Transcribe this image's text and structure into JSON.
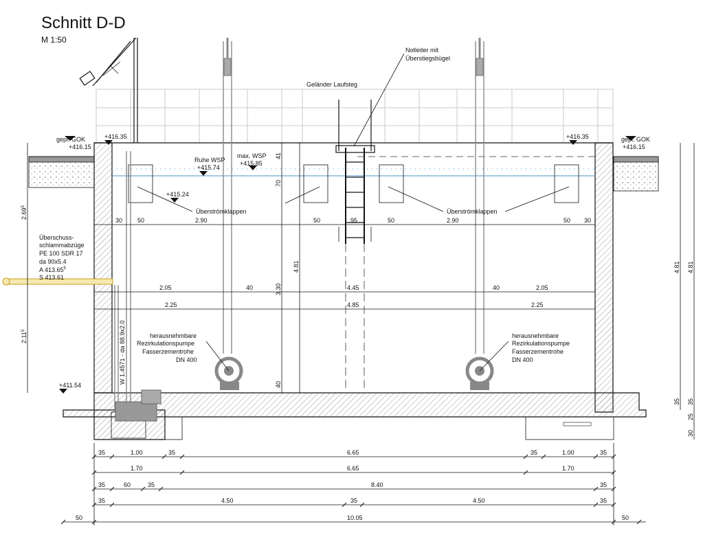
{
  "title": "Schnitt D-D",
  "scale": "M 1:50",
  "labels": {
    "notleiter_1": "Notleiter mit",
    "notleiter_2": "Überstiegsbügel",
    "gelaender": "Geländer Laufsteg",
    "gok_left": "gepl. GOK",
    "gok_left_val": "+416.15",
    "gok_right": "gepl. GOK",
    "gok_right_val": "+416.15",
    "top_left": "+416.35",
    "top_right": "+416.35",
    "ruhe_wsp": "Ruhe WSP",
    "ruhe_wsp_val": "+415.74",
    "max_wsp": "max. WSP",
    "max_wsp_val": "+415.85",
    "lvl_41524": "+415.24",
    "ueberstroem_left": "Überströmklappen",
    "ueberstroem_right": "Überströmklappen",
    "schlamm_1": "Überschuss-",
    "schlamm_2": "schlammabzüge",
    "schlamm_3": "PE 100 SDR 17",
    "schlamm_4": "da 90x5.4",
    "schlamm_5": "A 413.65",
    "schlamm_5_sup": "5",
    "schlamm_6": "S 413.61",
    "bottom_lvl": "+411.54",
    "pipe_vert": "W 1.4571 - da 88.9x2.0",
    "pump_left_1": "herausnehmbare",
    "pump_left_2": "Rezirkulationspumpe",
    "pump_left_3": "Fasserzementrohe",
    "pump_left_4": "DN 400",
    "pump_right_1": "herausnehmbare",
    "pump_right_2": "Rezirkulationspumpe",
    "pump_right_3": "Fasserzementrohe",
    "pump_right_4": "DN 400"
  },
  "dims": {
    "d30a": "30",
    "d50a": "50",
    "d290a": "2.90",
    "d50b": "50",
    "d95": "95",
    "d50c": "50",
    "d290b": "2.90",
    "d50d": "50",
    "d30b": "30",
    "d205a": "2.05",
    "d40a": "40",
    "d445": "4.45",
    "d40b": "40",
    "d205b": "2.05",
    "d225a": "2.25",
    "d485": "4.85",
    "d225b": "2.25",
    "v41": "41",
    "v70": "70",
    "v330": "3.30",
    "v481": "4.81",
    "v40": "40",
    "v269": "2.69",
    "v269sup": "5",
    "v211": "2.11",
    "v211sup": "5",
    "r481a": "4.81",
    "r481b": "4.81",
    "r35a": "35",
    "r35b": "35",
    "r25": "25",
    "r30": "30",
    "row1": [
      "35",
      "1.00",
      "35",
      "6.65",
      "35",
      "1.00",
      "35"
    ],
    "row2": [
      "1.70",
      "6.65",
      "1.70"
    ],
    "row3": [
      "35",
      "60",
      "35",
      "8.40",
      "35"
    ],
    "row4": [
      "35",
      "4.50",
      "35",
      "4.50",
      "35"
    ],
    "row5": [
      "50",
      "10.05",
      "50"
    ]
  }
}
